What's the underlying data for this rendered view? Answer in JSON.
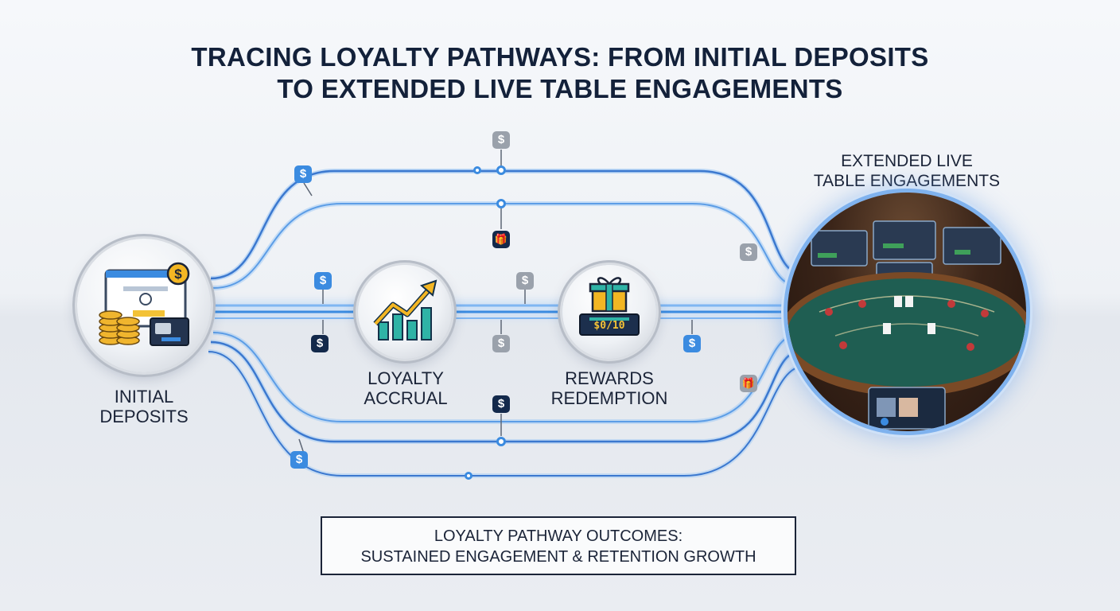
{
  "title": {
    "line1": "TRACING LOYALTY PATHWAYS: FROM INITIAL DEPOSITS",
    "line2": "TO EXTENDED LIVE TABLE ENGAGEMENTS"
  },
  "stages": [
    {
      "line1": "INITIAL",
      "line2": "DEPOSITS",
      "icon": "deposit-laptop-coins-icon"
    },
    {
      "line1": "LOYALTY",
      "line2": "ACCRUAL",
      "icon": "growth-chart-arrow-icon"
    },
    {
      "line1": "REWARDS",
      "line2": "REDEMPTION",
      "icon": "gift-card-icon"
    },
    {
      "line1": "EXTENDED LIVE",
      "line2": "TABLE ENGAGEMENTS",
      "icon": "live-casino-table-icon"
    }
  ],
  "badges": {
    "dollar": "$",
    "gift": "🎁"
  },
  "reward_card": {
    "text": "$0/10"
  },
  "outcome": {
    "line1": "LOYALTY PATHWAY OUTCOMES:",
    "line2": "SUSTAINED ENGAGEMENT & RETENTION GROWTH"
  },
  "colors": {
    "title": "#13213a",
    "flow": "#3b8be0",
    "flow_glow": "#9cc7f5",
    "navy": "#13294b",
    "felt": "#1f5e52"
  }
}
